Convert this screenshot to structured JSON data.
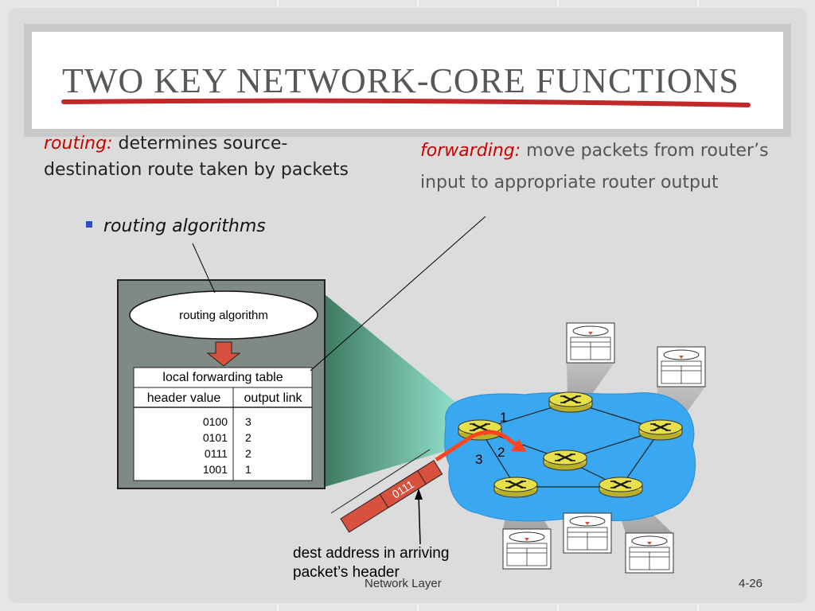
{
  "slide": {
    "title": "TWO KEY NETWORK-CORE FUNCTIONS",
    "footer_label": "Network Layer",
    "page_number": "4-26"
  },
  "routing": {
    "term": "routing:",
    "definition": " determines source-destination route taken by packets",
    "bullet": "routing algorithms"
  },
  "forwarding": {
    "term": "forwarding:",
    "definition": " move packets from router’s input to appropriate router output"
  },
  "router_box": {
    "algorithm_label": "routing algorithm",
    "table_title": "local forwarding table",
    "col_header_value": "header value",
    "col_output_link": "output link",
    "rows": [
      {
        "header": "0100",
        "link": "3"
      },
      {
        "header": "0101",
        "link": "2"
      },
      {
        "header": "0111",
        "link": "2"
      },
      {
        "header": "1001",
        "link": "1"
      }
    ]
  },
  "packet": {
    "header_bits": "0111",
    "caption": "dest address in arriving packet’s header"
  },
  "links": {
    "link1": "1",
    "link2": "2",
    "link3": "3"
  },
  "colors": {
    "title": "#555a55",
    "term": "#cc0000",
    "bullet": "#2e49c4",
    "cloud": "#3aa8f0",
    "router": "#e8e04a",
    "packet": "#d8503e",
    "arrow": "#ff4422"
  }
}
